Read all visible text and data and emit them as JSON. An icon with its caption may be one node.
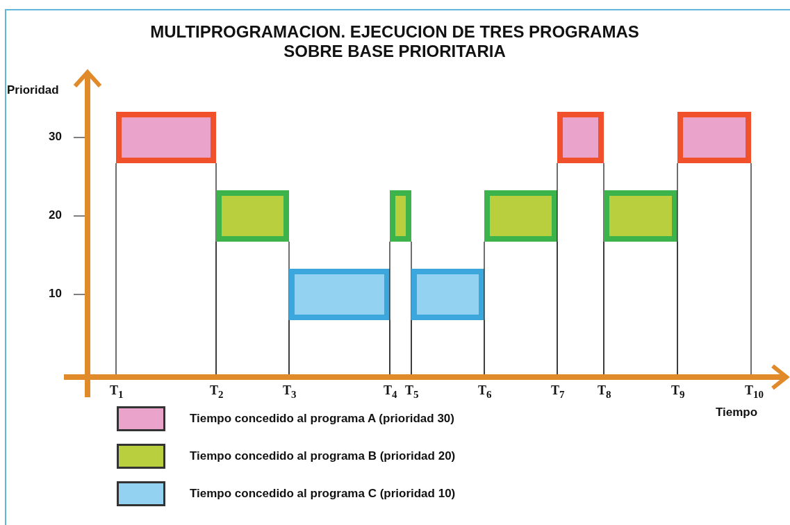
{
  "diagram": {
    "title": "MULTIPROGRAMACION. EJECUCION DE TRES PROGRAMAS SOBRE BASE PRIORITARIA",
    "labels": [
      "Prioridad",
      "30",
      "20",
      "10",
      "T$_{1}$",
      "T$_{2}$",
      "T$_{3}$",
      "T$_{4}$",
      "T$_{5}$",
      "T$_{6}$",
      "T$_{7}$",
      "T$_{8}$",
      "T$_{9}$",
      "T$_{10}$",
      "Tiempo"
    ],
    "legend": [
      {
        "text": "Tiempo concedido al programa A (prioridad 30)",
        "color": "#eaa3cb"
      },
      {
        "text": "Tiempo concedido al programa B (prioridad 20)",
        "color": "#b9cf3e"
      },
      {
        "text": "Tiempo concedido al programa C (prioridad 10)",
        "color": "#93d2f0"
      }
    ]
  }
}
